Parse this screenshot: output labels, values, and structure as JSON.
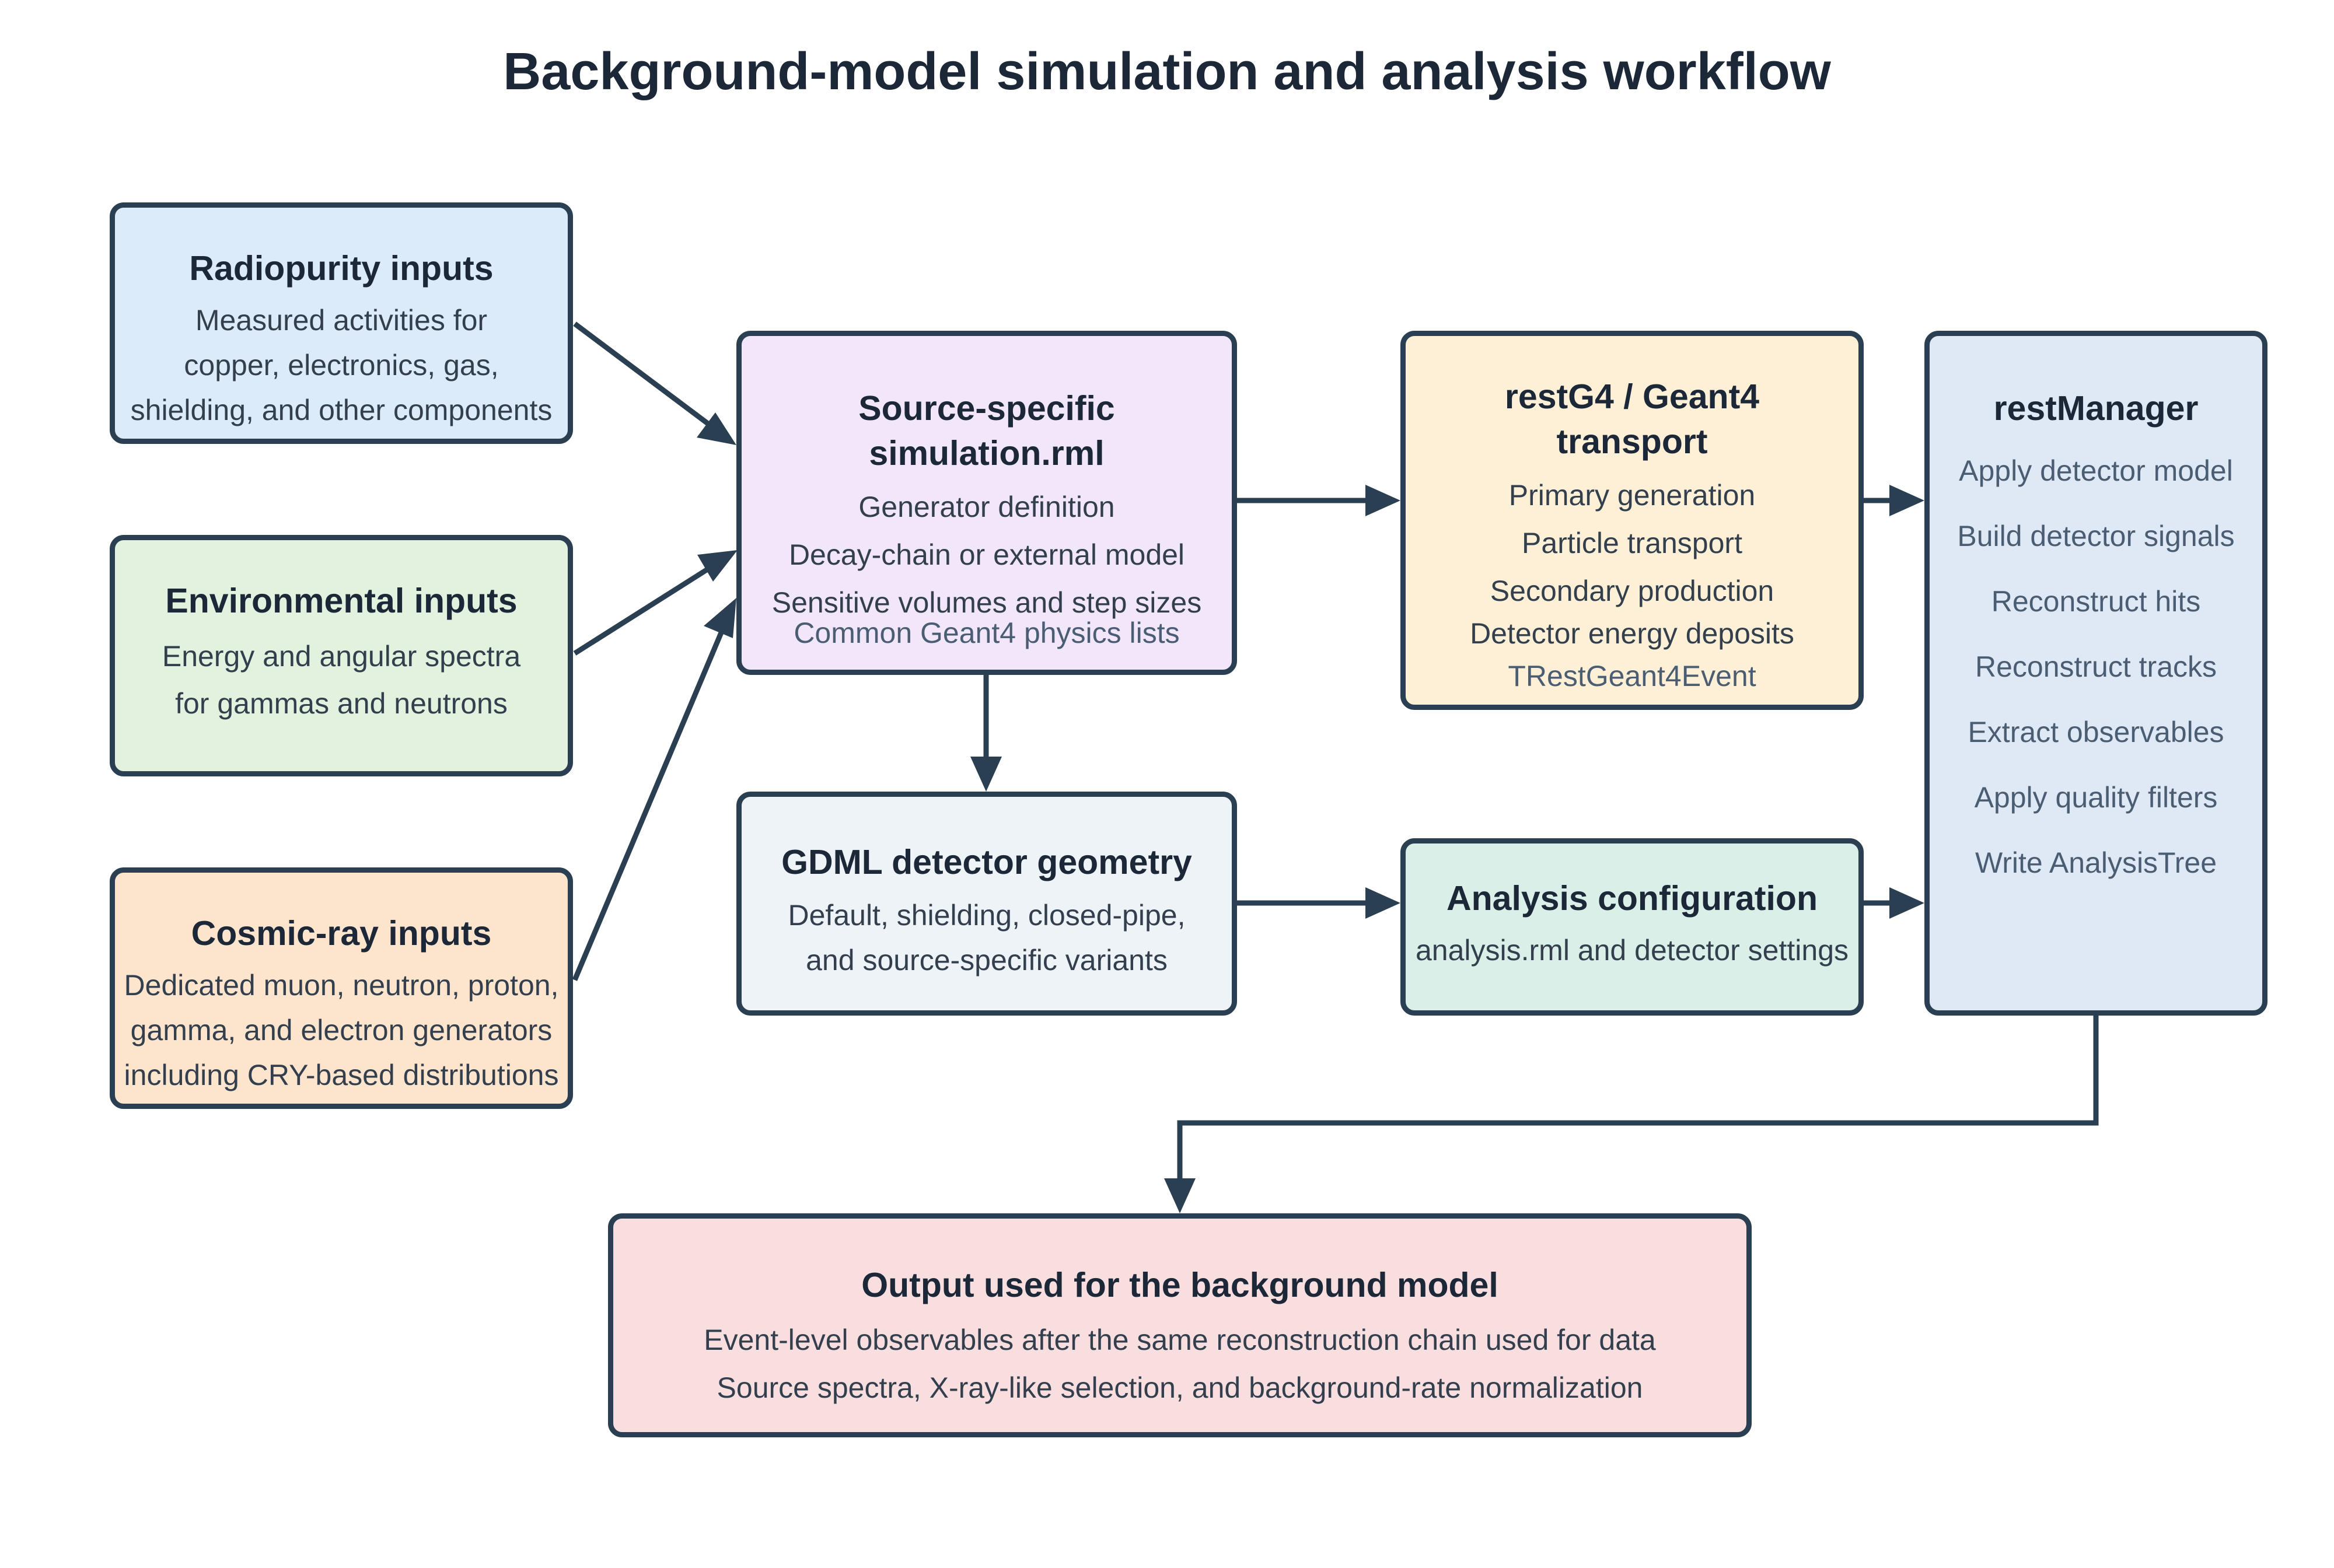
{
  "title": "Background-model simulation and analysis workflow",
  "colors": {
    "edge": "#2a3f52",
    "radiopurity": "#dcebf9",
    "environmental": "#e3f2df",
    "cosmic": "#fde4cd",
    "simulation": "#f2e6fb",
    "geometry": "#eef3f8",
    "restg4": "#fdf0d7",
    "analysis": "#d9efe7",
    "restmanager": "#dfe8f5",
    "output": "#f8dedf"
  },
  "nodes": {
    "radiopurity": {
      "title": "Radiopurity inputs",
      "lines": [
        "Measured activities for",
        "copper, electronics, gas,",
        "shielding, and other components"
      ]
    },
    "environmental": {
      "title": "Environmental inputs",
      "lines": [
        "Energy and angular spectra",
        "for gammas and neutrons"
      ]
    },
    "cosmic": {
      "title": "Cosmic-ray inputs",
      "lines": [
        "Dedicated muon, neutron, proton,",
        "gamma, and electron generators",
        "including CRY-based distributions"
      ]
    },
    "simulation": {
      "title_l1": "Source-specific",
      "title_l2": "simulation.rml",
      "lines": [
        "Generator definition",
        "Decay-chain or external model",
        "Sensitive volumes and step sizes"
      ],
      "extra": "Common Geant4 physics lists"
    },
    "geometry": {
      "title": "GDML detector geometry",
      "lines": [
        "Default, shielding, closed-pipe,",
        "and source-specific variants"
      ]
    },
    "restg4": {
      "title_l1": "restG4 / Geant4",
      "title_l2": "transport",
      "lines": [
        "Primary generation",
        "Particle transport",
        "Secondary production",
        "Detector energy deposits"
      ],
      "extra": "TRestGeant4Event"
    },
    "analysis": {
      "title": "Analysis configuration",
      "lines": [
        "analysis.rml and detector settings"
      ]
    },
    "restmanager": {
      "title": "restManager",
      "lines": [
        "Apply detector model",
        "Build detector signals",
        "Reconstruct hits",
        "Reconstruct tracks",
        "Extract observables",
        "Apply quality filters",
        "Write AnalysisTree"
      ]
    },
    "output": {
      "title": "Output used for the background model",
      "lines": [
        "Event-level observables after the same reconstruction chain used for data",
        "Source spectra, X-ray-like selection, and background-rate normalization"
      ]
    }
  }
}
